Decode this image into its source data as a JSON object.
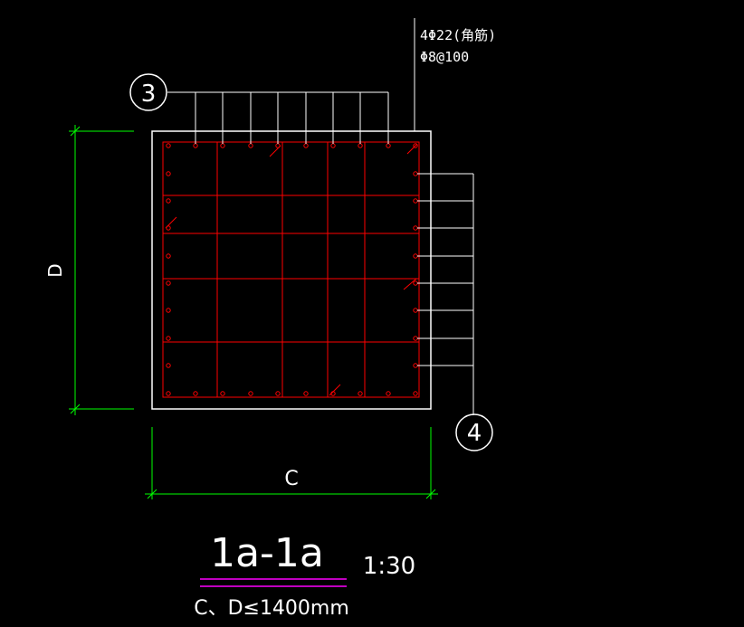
{
  "labels": {
    "rebar_main": "4Φ22(角筋)",
    "rebar_stirrup": "Φ8@100",
    "callout_top": "3",
    "callout_right": "4",
    "dim_vertical": "D",
    "dim_horizontal": "C",
    "section_title": "1a-1a",
    "scale": "1:30",
    "condition": "C、D≤1400mm"
  },
  "colors": {
    "background": "#000000",
    "outline": "#ffffff",
    "rebar": "#ff0000",
    "dimension": "#00ff00",
    "underline": "#ff00ff",
    "leader": "#ffffff"
  }
}
